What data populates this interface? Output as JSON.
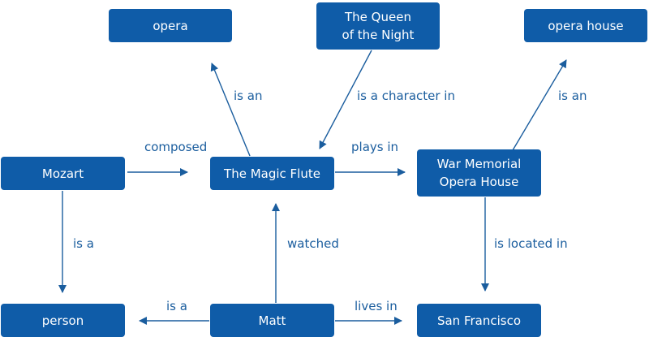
{
  "colors": {
    "node_fill": "#0f5ca8",
    "node_text": "#ffffff",
    "edge": "#1a5d9e",
    "edge_label": "#1a5d9e",
    "background": "#ffffff"
  },
  "nodes": {
    "opera": "opera",
    "queen_of_the_night": "The Queen\nof the Night",
    "opera_house": "opera house",
    "mozart": "Mozart",
    "magic_flute": "The Magic Flute",
    "war_memorial": "War Memorial\nOpera House",
    "person": "person",
    "matt": "Matt",
    "san_francisco": "San Francisco"
  },
  "edges": {
    "flute_opera": "is an",
    "queen_flute": "is a character in",
    "war_operahouse": "is an",
    "mozart_flute": "composed",
    "flute_war": "plays in",
    "mozart_person": "is a",
    "matt_flute": "watched",
    "war_sf": "is located in",
    "matt_person": "is a",
    "matt_sf": "lives in"
  }
}
